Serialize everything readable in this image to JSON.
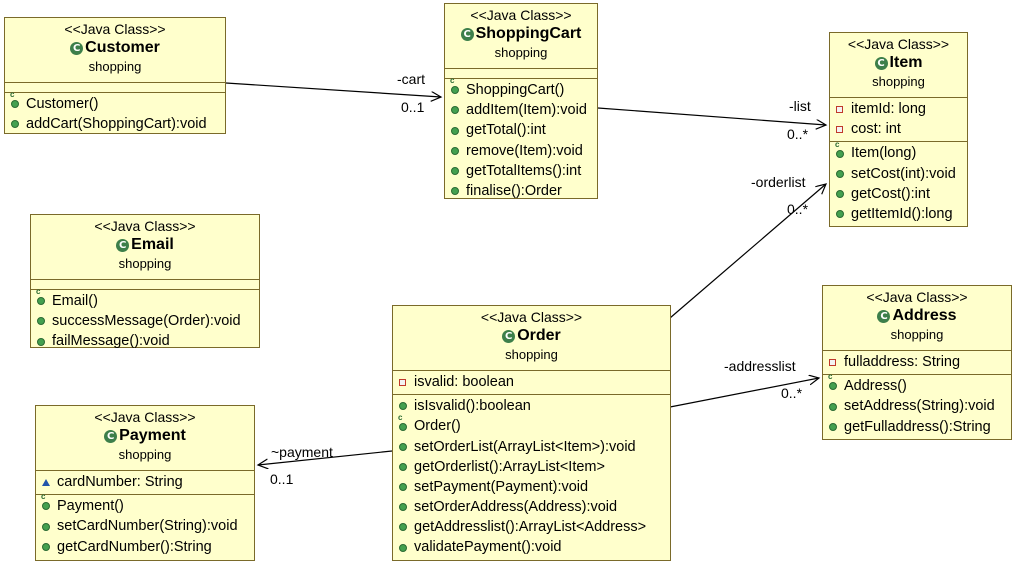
{
  "stereotype": "<<Java Class>>",
  "package": "shopping",
  "classes": {
    "customer": {
      "name": "Customer",
      "attributes": [],
      "operations": [
        {
          "text": "Customer()",
          "kind": "ctor"
        },
        {
          "text": "addCart(ShoppingCart):void",
          "kind": "public"
        }
      ]
    },
    "shoppingcart": {
      "name": "ShoppingCart",
      "attributes": [],
      "operations": [
        {
          "text": "ShoppingCart()",
          "kind": "ctor"
        },
        {
          "text": "addItem(Item):void",
          "kind": "public"
        },
        {
          "text": "getTotal():int",
          "kind": "public"
        },
        {
          "text": "remove(Item):void",
          "kind": "public"
        },
        {
          "text": "getTotalItems():int",
          "kind": "public"
        },
        {
          "text": "finalise():Order",
          "kind": "public"
        }
      ]
    },
    "item": {
      "name": "Item",
      "attributes": [
        {
          "text": "itemId: long",
          "kind": "private"
        },
        {
          "text": "cost: int",
          "kind": "private"
        }
      ],
      "operations": [
        {
          "text": "Item(long)",
          "kind": "ctor"
        },
        {
          "text": "setCost(int):void",
          "kind": "public"
        },
        {
          "text": "getCost():int",
          "kind": "public"
        },
        {
          "text": "getItemId():long",
          "kind": "public"
        }
      ]
    },
    "email": {
      "name": "Email",
      "attributes": [],
      "operations": [
        {
          "text": "Email()",
          "kind": "ctor"
        },
        {
          "text": "successMessage(Order):void",
          "kind": "public"
        },
        {
          "text": "failMessage():void",
          "kind": "public"
        }
      ]
    },
    "order": {
      "name": "Order",
      "attributes": [
        {
          "text": "isvalid: boolean",
          "kind": "private"
        }
      ],
      "operations": [
        {
          "text": "isIsvalid():boolean",
          "kind": "public"
        },
        {
          "text": "Order()",
          "kind": "ctor"
        },
        {
          "text": "setOrderList(ArrayList<Item>):void",
          "kind": "public"
        },
        {
          "text": "getOrderlist():ArrayList<Item>",
          "kind": "public"
        },
        {
          "text": "setPayment(Payment):void",
          "kind": "public"
        },
        {
          "text": "setOrderAddress(Address):void",
          "kind": "public"
        },
        {
          "text": "getAddresslist():ArrayList<Address>",
          "kind": "public"
        },
        {
          "text": "validatePayment():void",
          "kind": "public"
        }
      ]
    },
    "address": {
      "name": "Address",
      "attributes": [
        {
          "text": "fulladdress: String",
          "kind": "private"
        }
      ],
      "operations": [
        {
          "text": "Address()",
          "kind": "ctor"
        },
        {
          "text": "setAddress(String):void",
          "kind": "public"
        },
        {
          "text": "getFulladdress():String",
          "kind": "public"
        }
      ]
    },
    "payment": {
      "name": "Payment",
      "attributes": [
        {
          "text": "cardNumber: String",
          "kind": "package"
        }
      ],
      "operations": [
        {
          "text": "Payment()",
          "kind": "ctor"
        },
        {
          "text": "setCardNumber(String):void",
          "kind": "public"
        },
        {
          "text": "getCardNumber():String",
          "kind": "public"
        }
      ]
    }
  },
  "associations": {
    "cart": {
      "role": "-cart",
      "multiplicity": "0..1"
    },
    "list": {
      "role": "-list",
      "multiplicity": "0..*"
    },
    "orderlist": {
      "role": "-orderlist",
      "multiplicity": "0..*"
    },
    "addresslist": {
      "role": "-addresslist",
      "multiplicity": "0..*"
    },
    "payment": {
      "role": "~payment",
      "multiplicity": "0..1"
    }
  },
  "colors": {
    "class_fill": "#ffffcc",
    "class_border": "#7a6a2a",
    "class_icon": "#3d7f4a",
    "public_dot": "#44a04f",
    "private_square": "#c0392b",
    "package_triangle": "#2255aa"
  }
}
